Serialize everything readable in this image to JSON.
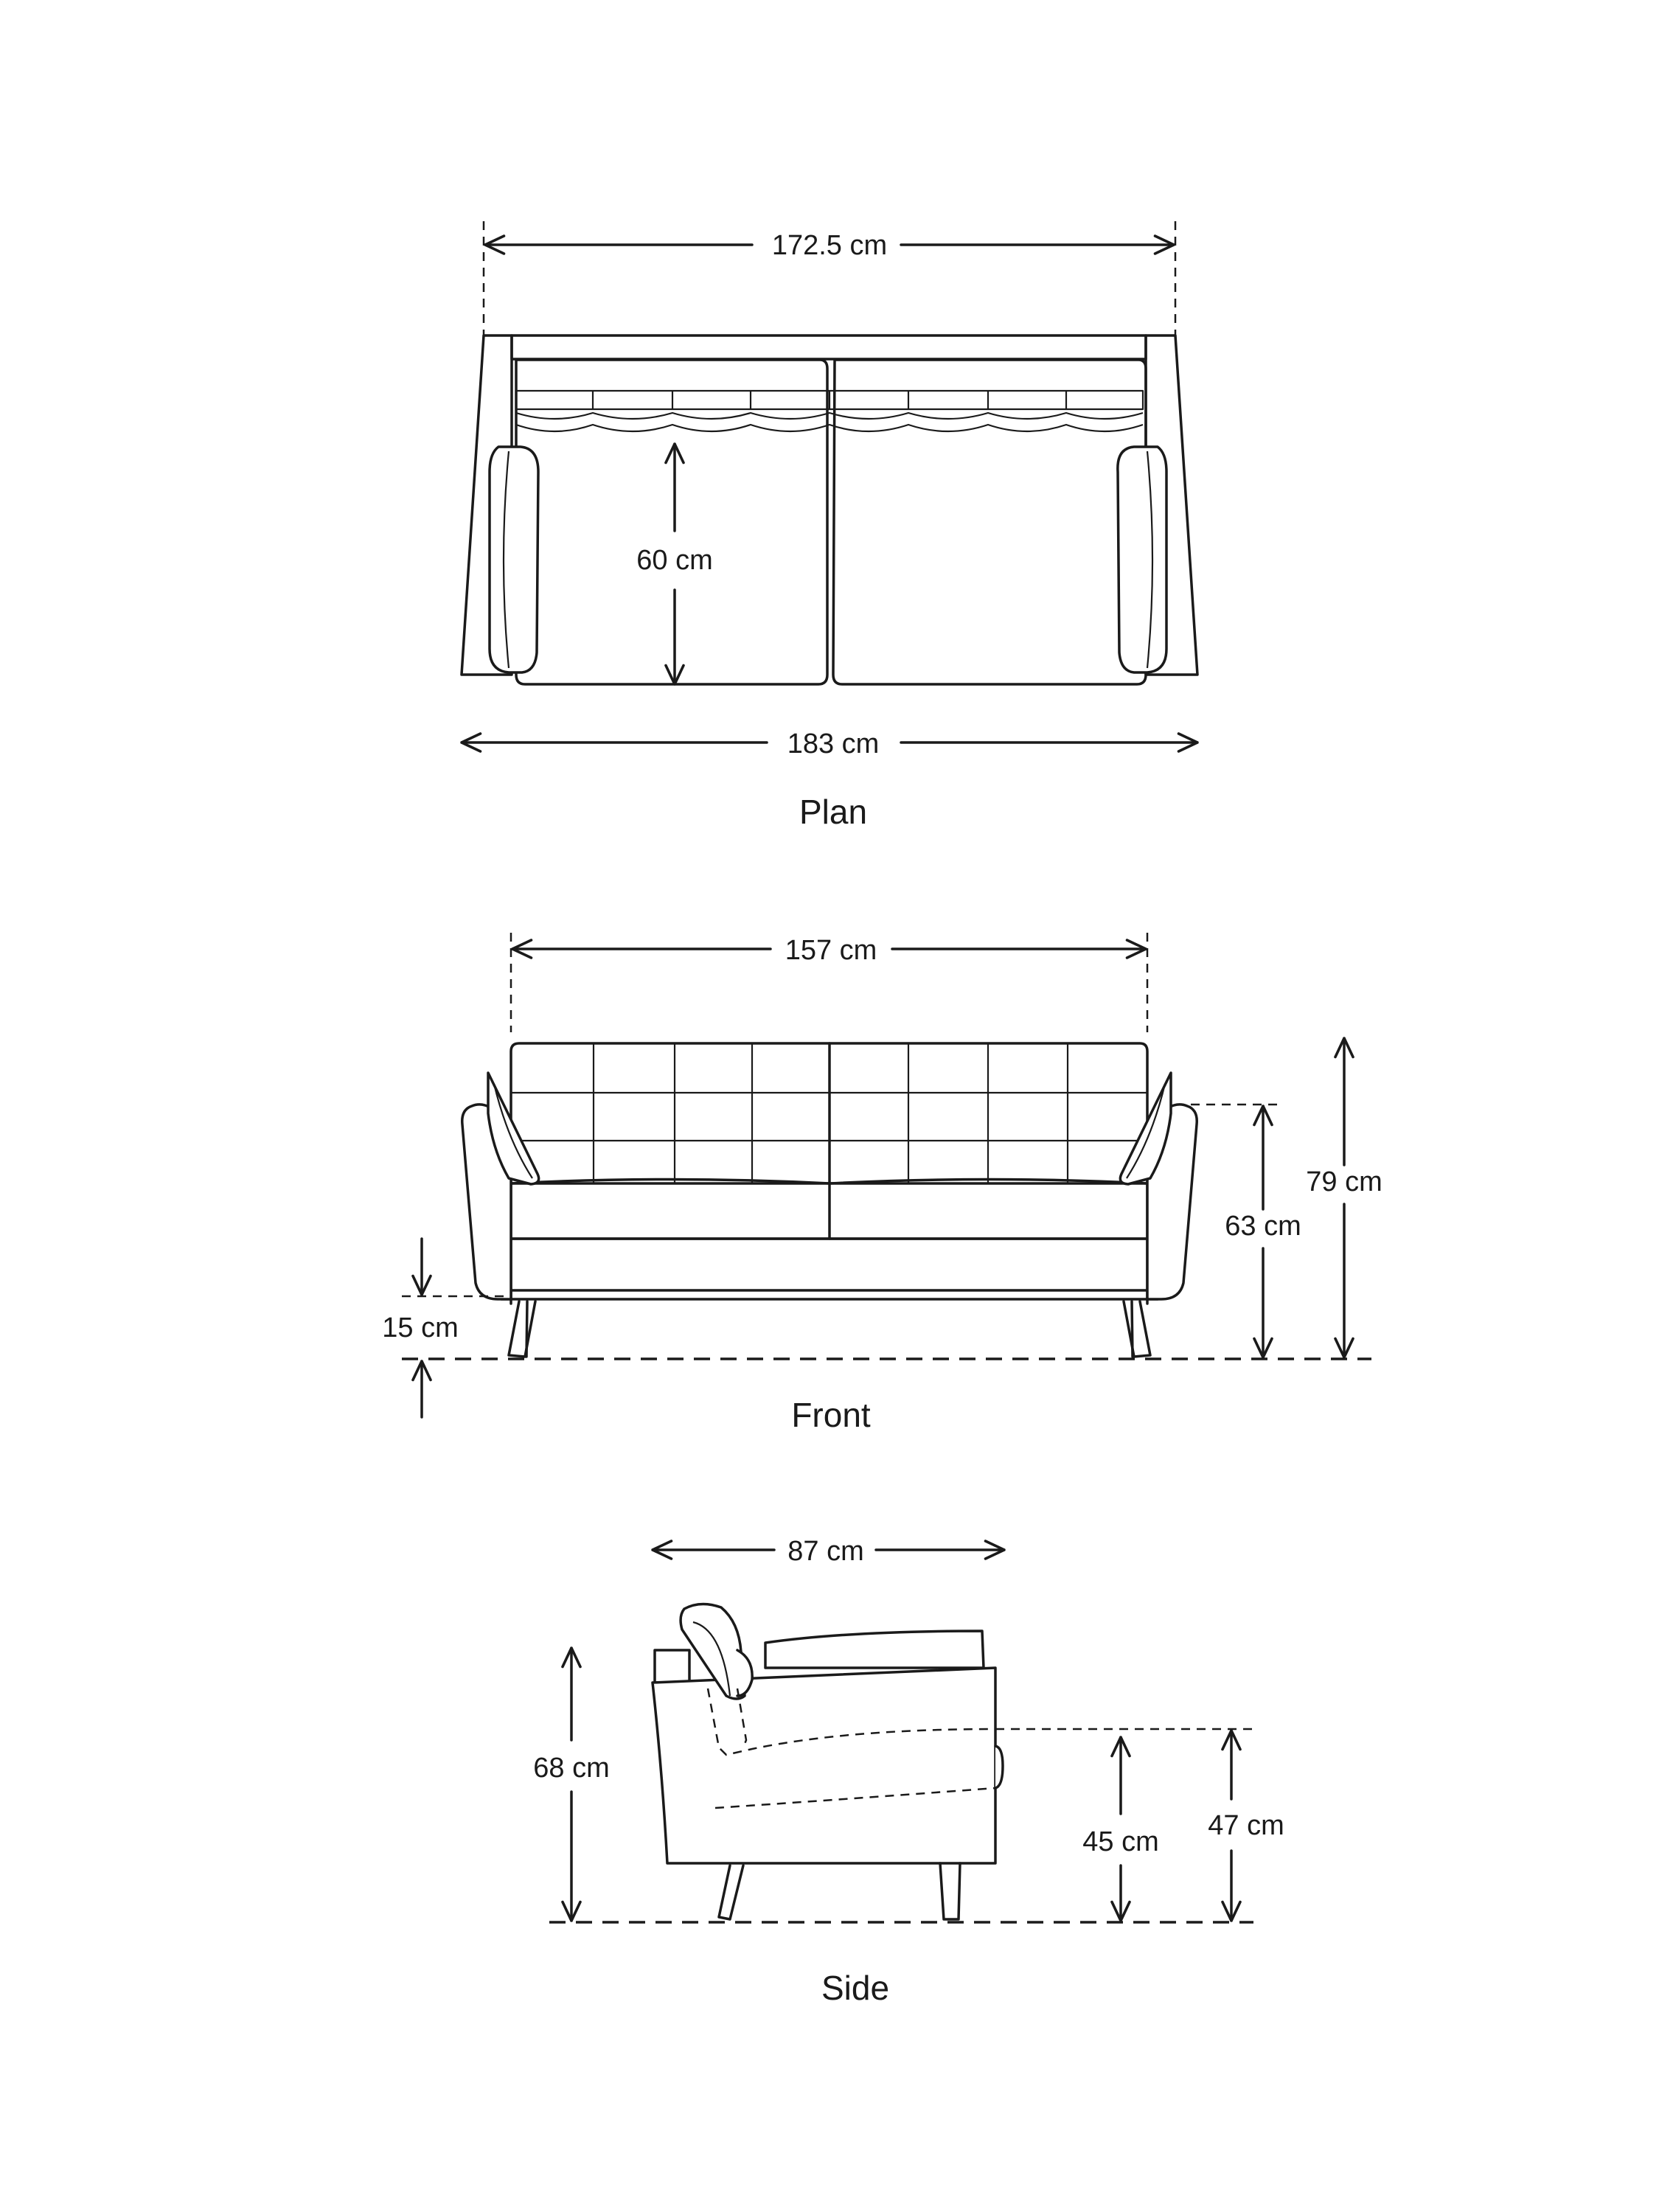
{
  "plan": {
    "title": "Plan",
    "dim_top": "172.5 cm",
    "dim_bottom": "183 cm",
    "dim_seat_depth": "60 cm"
  },
  "front": {
    "title": "Front",
    "dim_width": "157 cm",
    "dim_leg_height": "15 cm",
    "dim_arm_height": "63 cm",
    "dim_total_height": "79 cm"
  },
  "side": {
    "title": "Side",
    "dim_depth": "87 cm",
    "dim_back_height": "68 cm",
    "dim_seat_height": "45 cm",
    "dim_arm_height": "47 cm"
  }
}
